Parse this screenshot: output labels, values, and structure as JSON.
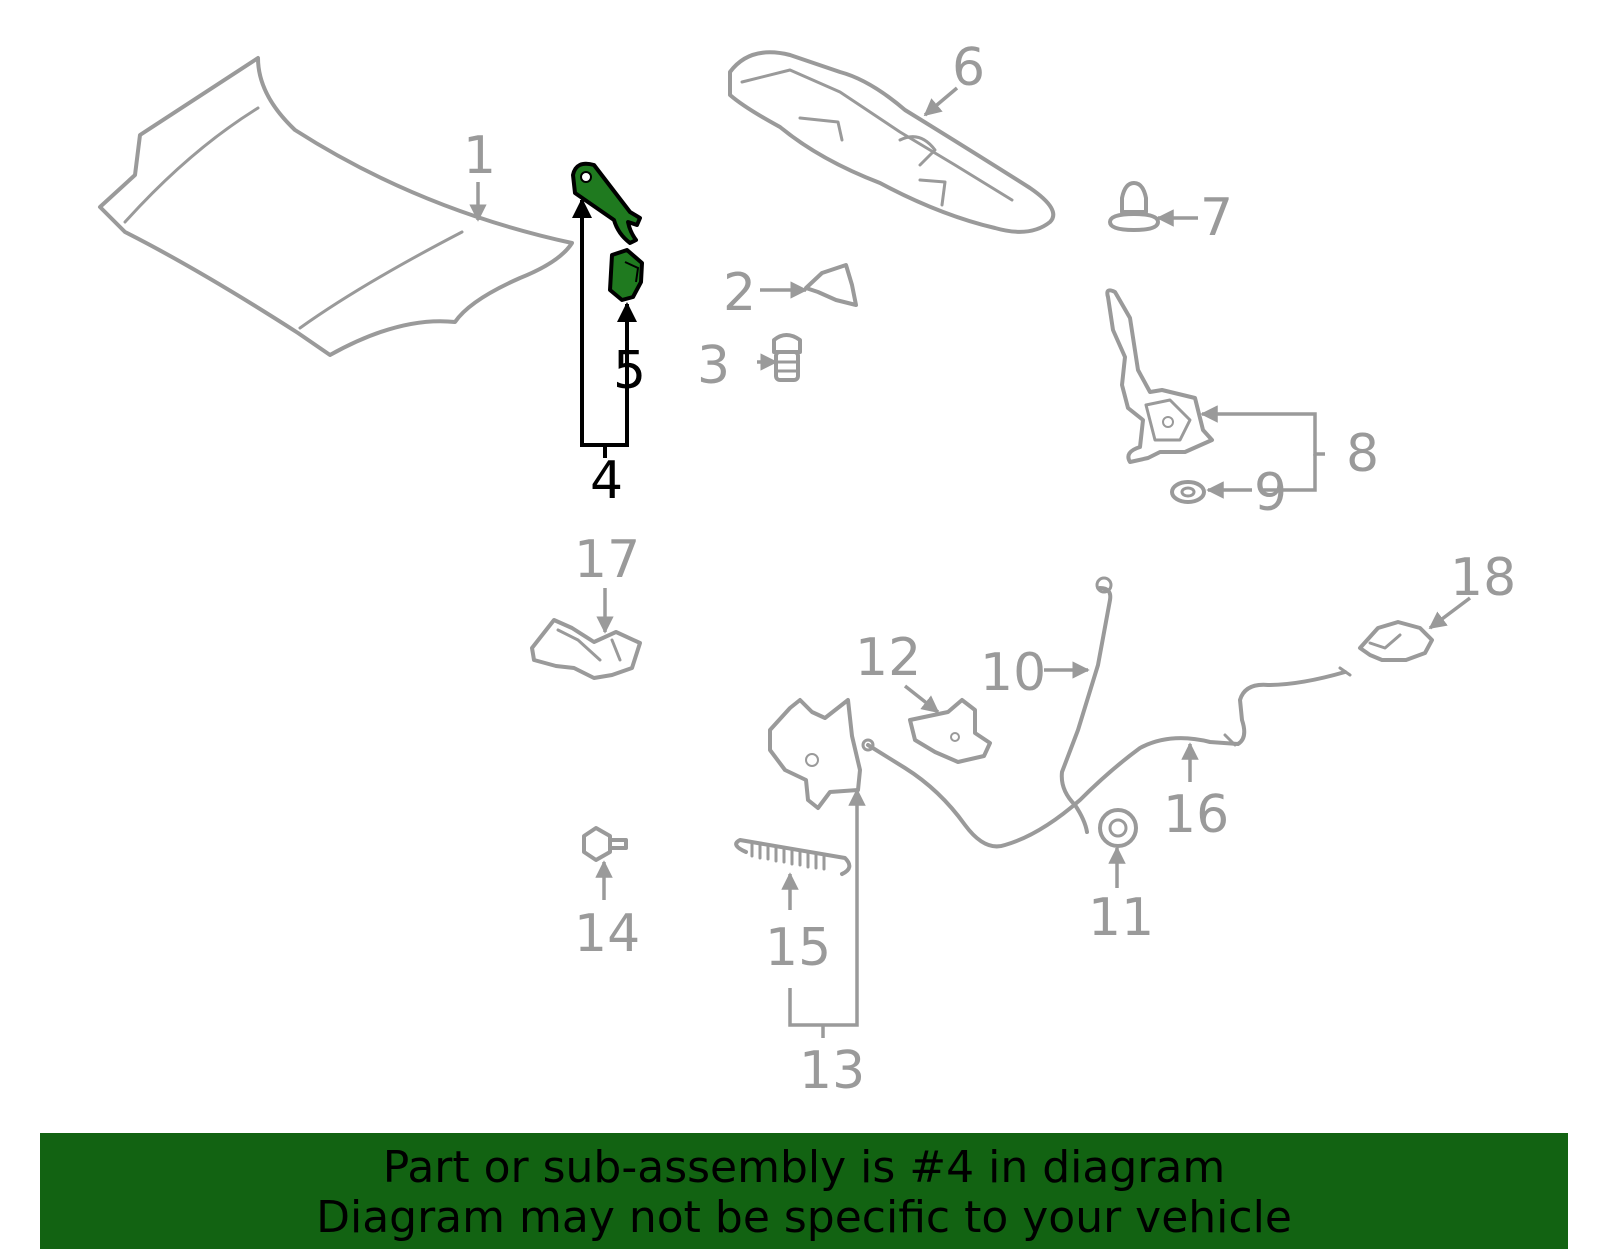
{
  "colors": {
    "part_outline": "#9a9a9a",
    "highlight_fill": "#1f7a1f",
    "banner_bg": "#126312",
    "banner_text": "#000000"
  },
  "callouts": {
    "c1": "1",
    "c2": "2",
    "c3": "3",
    "c4": "4",
    "c5": "5",
    "c6": "6",
    "c7": "7",
    "c8": "8",
    "c9": "9",
    "c10": "10",
    "c11": "11",
    "c12": "12",
    "c13": "13",
    "c14": "14",
    "c15": "15",
    "c16": "16",
    "c17": "17",
    "c18": "18"
  },
  "highlighted_callout": "4",
  "banner": {
    "line1": "Part or sub-assembly is #4 in diagram",
    "line2": "Diagram may not be specific to your vehicle"
  }
}
